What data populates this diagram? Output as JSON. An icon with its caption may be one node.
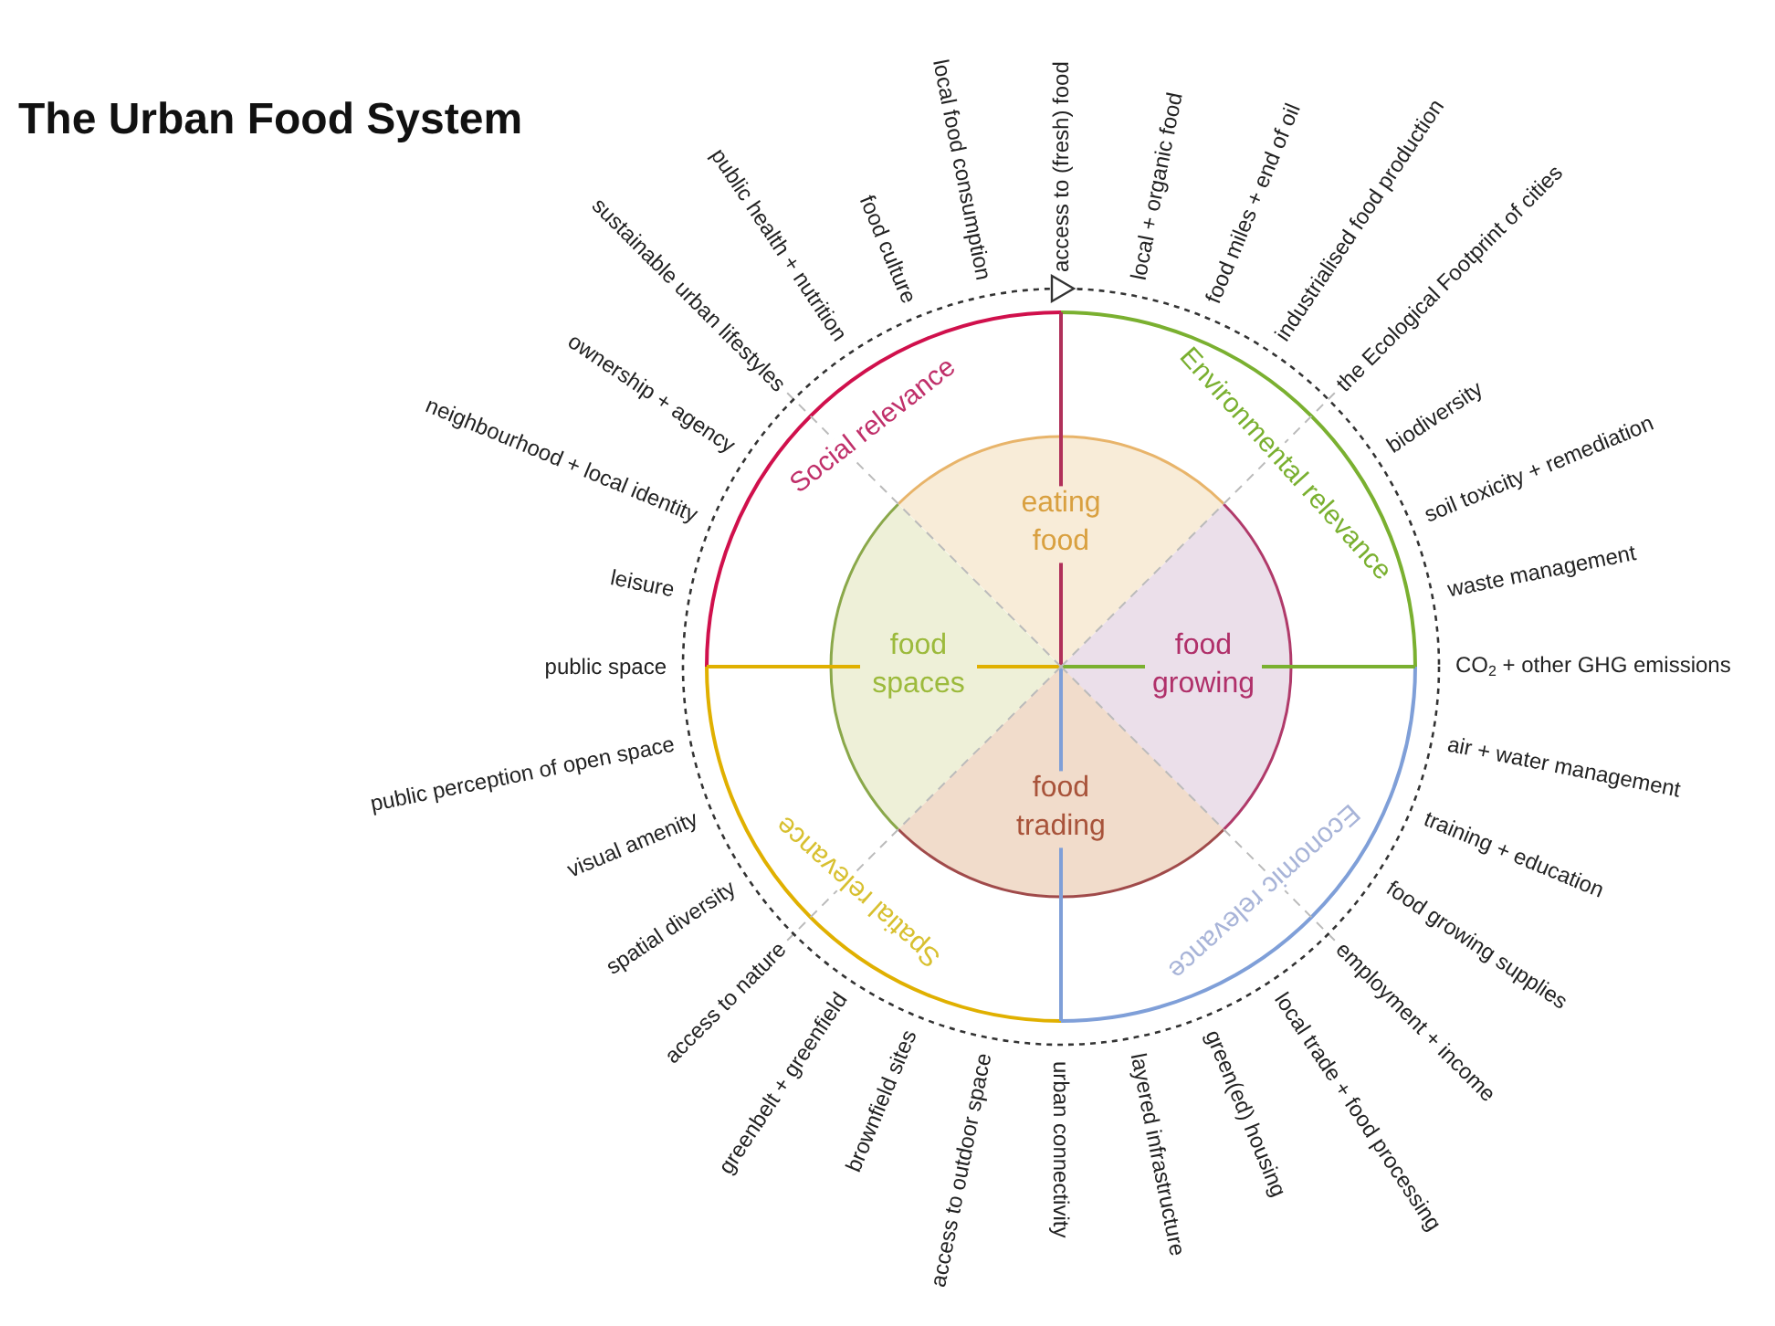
{
  "diagram": {
    "title": "The Urban Food System",
    "nodes": [
      {
        "text": [
          "eating food"
        ]
      },
      {
        "text": [
          "food spaces"
        ]
      },
      {
        "text": [
          "food growing"
        ]
      },
      {
        "text": [
          "food trading"
        ]
      }
    ],
    "labels": [
      "access to (fresh) food",
      "local + organic food",
      "food miles + end of oil",
      "industrialised food production",
      "the Ecological Footprint of cities",
      "biodiversity",
      "soil toxicity + remediation",
      "waste management",
      "CO$_{2}$ + other GHG emissions",
      "air + water management",
      "training + education",
      "food growing supplies",
      "employment + income",
      "local trade + food processing",
      "green(ed) housing",
      "layered infrastructure",
      "urban connectivity",
      "access to outdoor space",
      "brownfield sites",
      "greenbelt + greenfield",
      "access to nature",
      "spatial diversity",
      "visual amenity",
      "public perception of open space",
      "public space",
      "leisure",
      "neighbourhood + local identity",
      "ownership + agency",
      "sustainable urban lifestyles",
      "public health + nutrition",
      "food culture",
      "local food consumption",
      "Social relevance",
      "Environmental relevance",
      "Economic relevance",
      "Spatial relevance"
    ]
  }
}
